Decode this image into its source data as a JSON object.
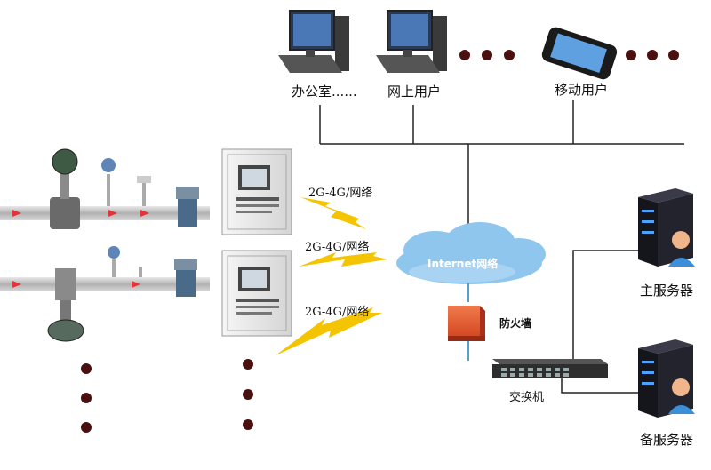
{
  "labels": {
    "office": "办公室......",
    "online_user": "网上用户",
    "mobile_user": "移动用户",
    "link1": "2G-4G/网络",
    "link2": "2G-4G/网络",
    "link3": "2G-4G/网络",
    "internet": "Internet网络",
    "firewall": "防火墙",
    "switch": "交换机",
    "main_server": "主服务器",
    "backup_server": "备服务器"
  },
  "colors": {
    "lightning": "#f5c400",
    "cloud": "#8fc6ee",
    "firewall": "#e2532a",
    "pipe": "#b8b8b8",
    "arrow": "#e0343a",
    "dot": "#4a1010",
    "line": "#222222",
    "server": "#1c1c24",
    "server_led": "#4da3ff"
  }
}
